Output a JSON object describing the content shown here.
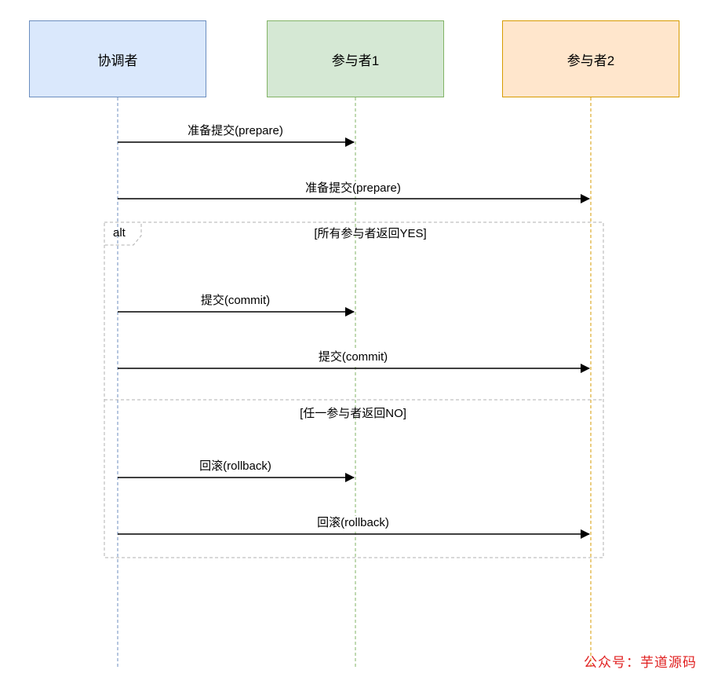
{
  "participants": {
    "coordinator": "协调者",
    "participant1": "参与者1",
    "participant2": "参与者2"
  },
  "messages": {
    "prepare_1": "准备提交(prepare)",
    "prepare_2": "准备提交(prepare)",
    "commit_1": "提交(commit)",
    "commit_2": "提交(commit)",
    "rollback_1": "回滚(rollback)",
    "rollback_2": "回滚(rollback)"
  },
  "alt_fragment": {
    "tag": "alt",
    "guard_yes": "[所有参与者返回YES]",
    "guard_no": "[任一参与者返回NO]"
  },
  "watermark": "公众号：芋道源码",
  "colors": {
    "coordinator_fill": "#dae8fc",
    "coordinator_stroke": "#6c8ebf",
    "participant1_fill": "#d5e8d4",
    "participant1_stroke": "#82b366",
    "participant2_fill": "#ffe6cc",
    "participant2_stroke": "#d79b00",
    "watermark": "#e02020"
  }
}
